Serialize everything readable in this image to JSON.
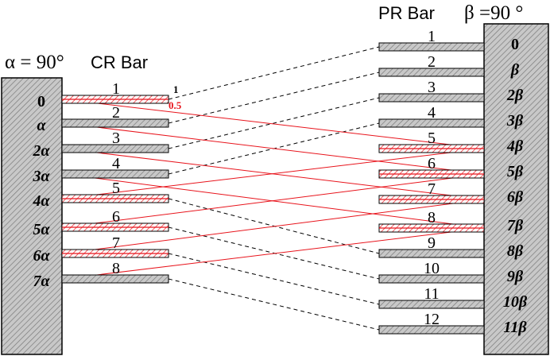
{
  "cr": {
    "title_alpha": "α = 90°",
    "title_bar": "CR Bar",
    "phases": [
      "0",
      "α",
      "2α",
      "3α",
      "4α",
      "5α",
      "6α",
      "7α"
    ],
    "bar_numbers": [
      "1",
      "2",
      "3",
      "4",
      "5",
      "6",
      "7",
      "8"
    ],
    "tip_label_top": "1",
    "tip_label_mid": "0.5"
  },
  "pr": {
    "title_bar": "PR Bar",
    "title_beta": "β =90 °",
    "phases": [
      "0",
      "β",
      "2β",
      "3β",
      "4β",
      "5β",
      "6β",
      "7β",
      "8β",
      "9β",
      "10β",
      "11β"
    ],
    "bar_numbers": [
      "1",
      "2",
      "3",
      "4",
      "5",
      "6",
      "7",
      "8",
      "9",
      "10",
      "11",
      "12"
    ]
  },
  "colors": {
    "hatch_fill": "#bdbdbd",
    "red": "#e8141c",
    "line": "#000000"
  }
}
